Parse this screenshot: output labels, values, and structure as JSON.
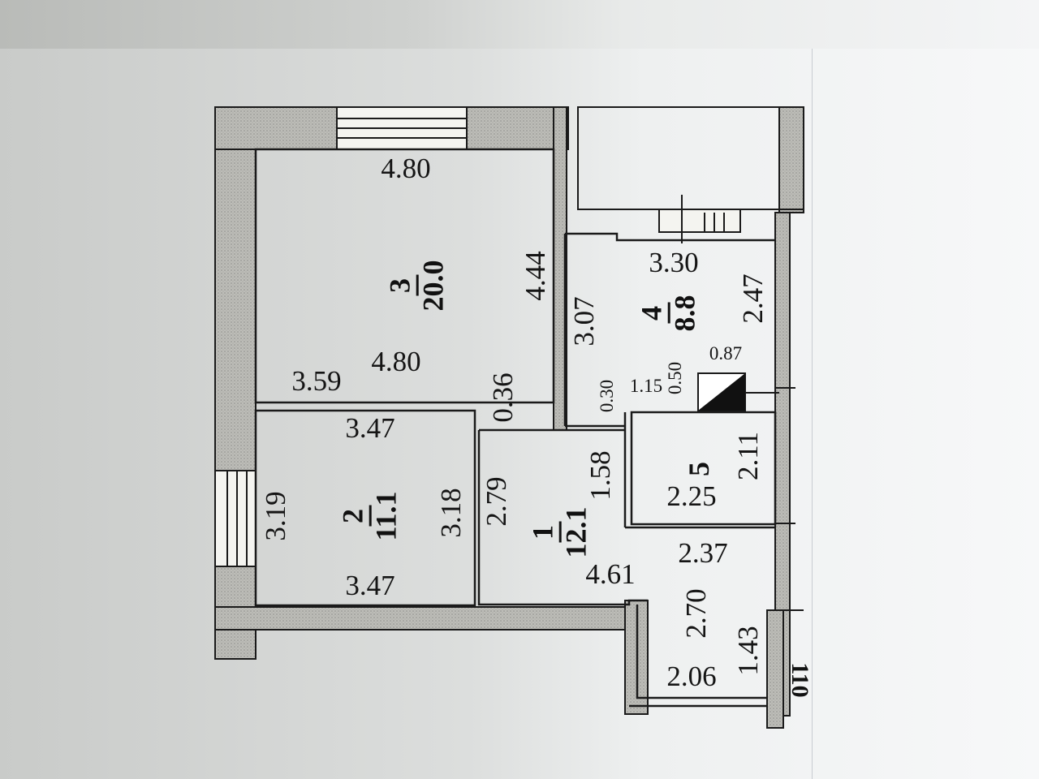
{
  "plan": {
    "rooms": [
      {
        "number": "3",
        "area": "20.0"
      },
      {
        "number": "2",
        "area": "11.1"
      },
      {
        "number": "1",
        "area": "12.1"
      },
      {
        "number": "4",
        "area": "8.8"
      },
      {
        "number": "5",
        "area": ""
      }
    ],
    "dimensions": {
      "d480_top": "4.80",
      "d444": "4.44",
      "d480_mid": "4.80",
      "d359": "3.59",
      "d036": "0.36",
      "d347_top": "3.47",
      "d319": "3.19",
      "d318": "3.18",
      "d347_bot": "3.47",
      "d279": "2.79",
      "d158": "1.58",
      "d461": "4.61",
      "d330": "3.30",
      "d307": "3.07",
      "d247": "2.47",
      "d087": "0.87",
      "d050": "0.50",
      "d115": "1.15",
      "d030": "0.30",
      "d211": "2.11",
      "d225": "2.25",
      "d237": "2.37",
      "d270": "2.70",
      "d143": "1.43",
      "d206": "2.06"
    },
    "stamp": "110",
    "colors": {
      "wall_fill": "#b4b4b0",
      "line": "#1a1a1a"
    }
  }
}
